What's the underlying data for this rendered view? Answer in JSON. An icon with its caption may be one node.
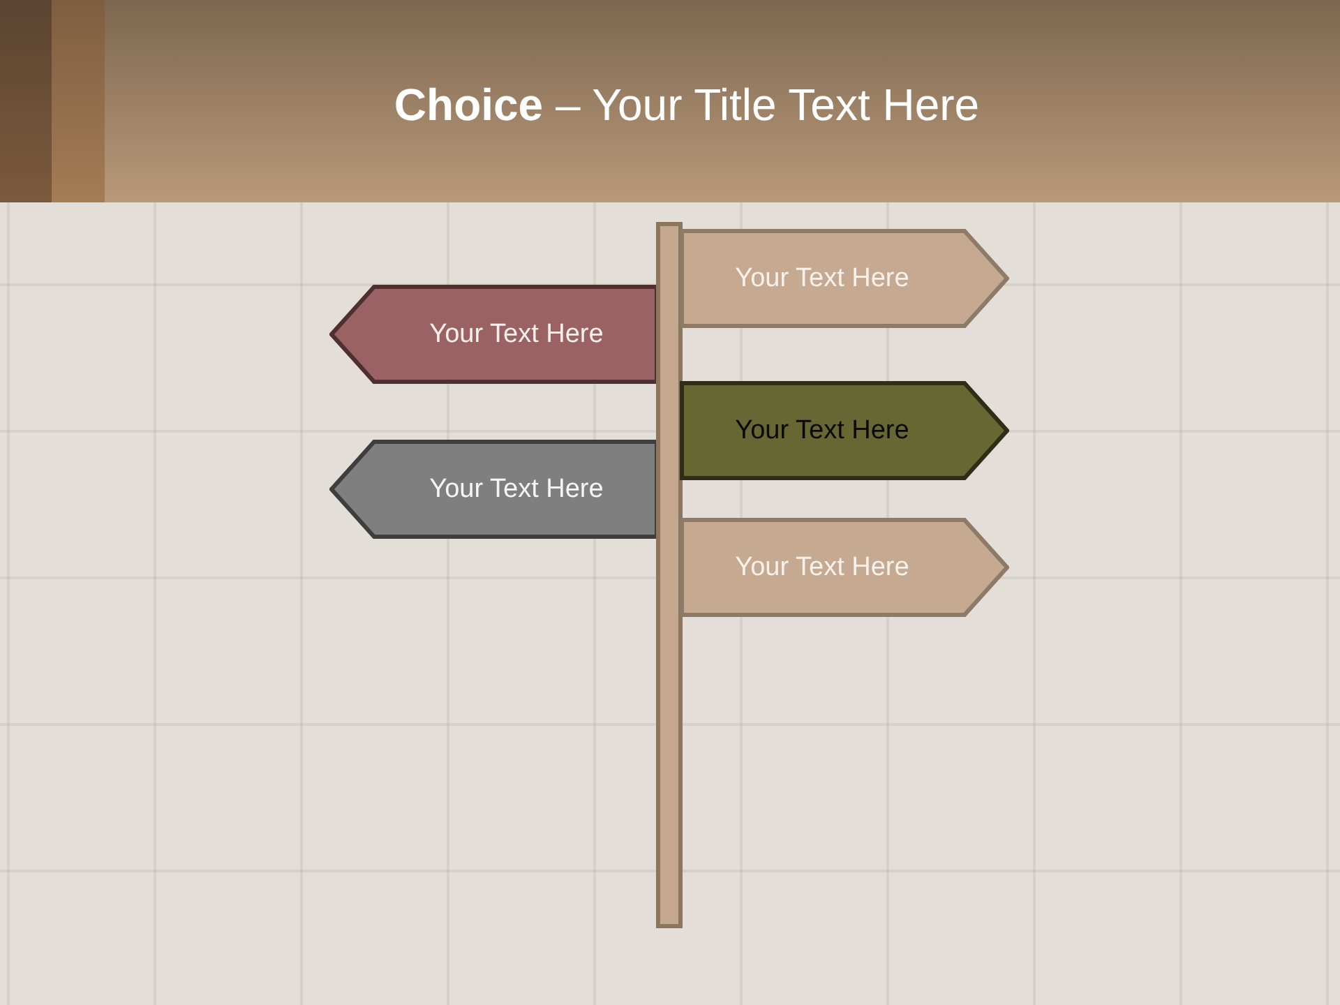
{
  "diagram": {
    "title": "**Choice** – Your Title Text Here",
    "nodes": [
      {
        "text": [],
        "shape": "bar"
      },
      {
        "text": [
          "Your Text Here"
        ]
      },
      {
        "text": [
          "Your Text Here"
        ]
      },
      {
        "text": [
          "Your Text Here"
        ]
      },
      {
        "text": [
          "Your Text Here"
        ]
      },
      {
        "text": [
          "Your Text Here"
        ]
      }
    ]
  }
}
